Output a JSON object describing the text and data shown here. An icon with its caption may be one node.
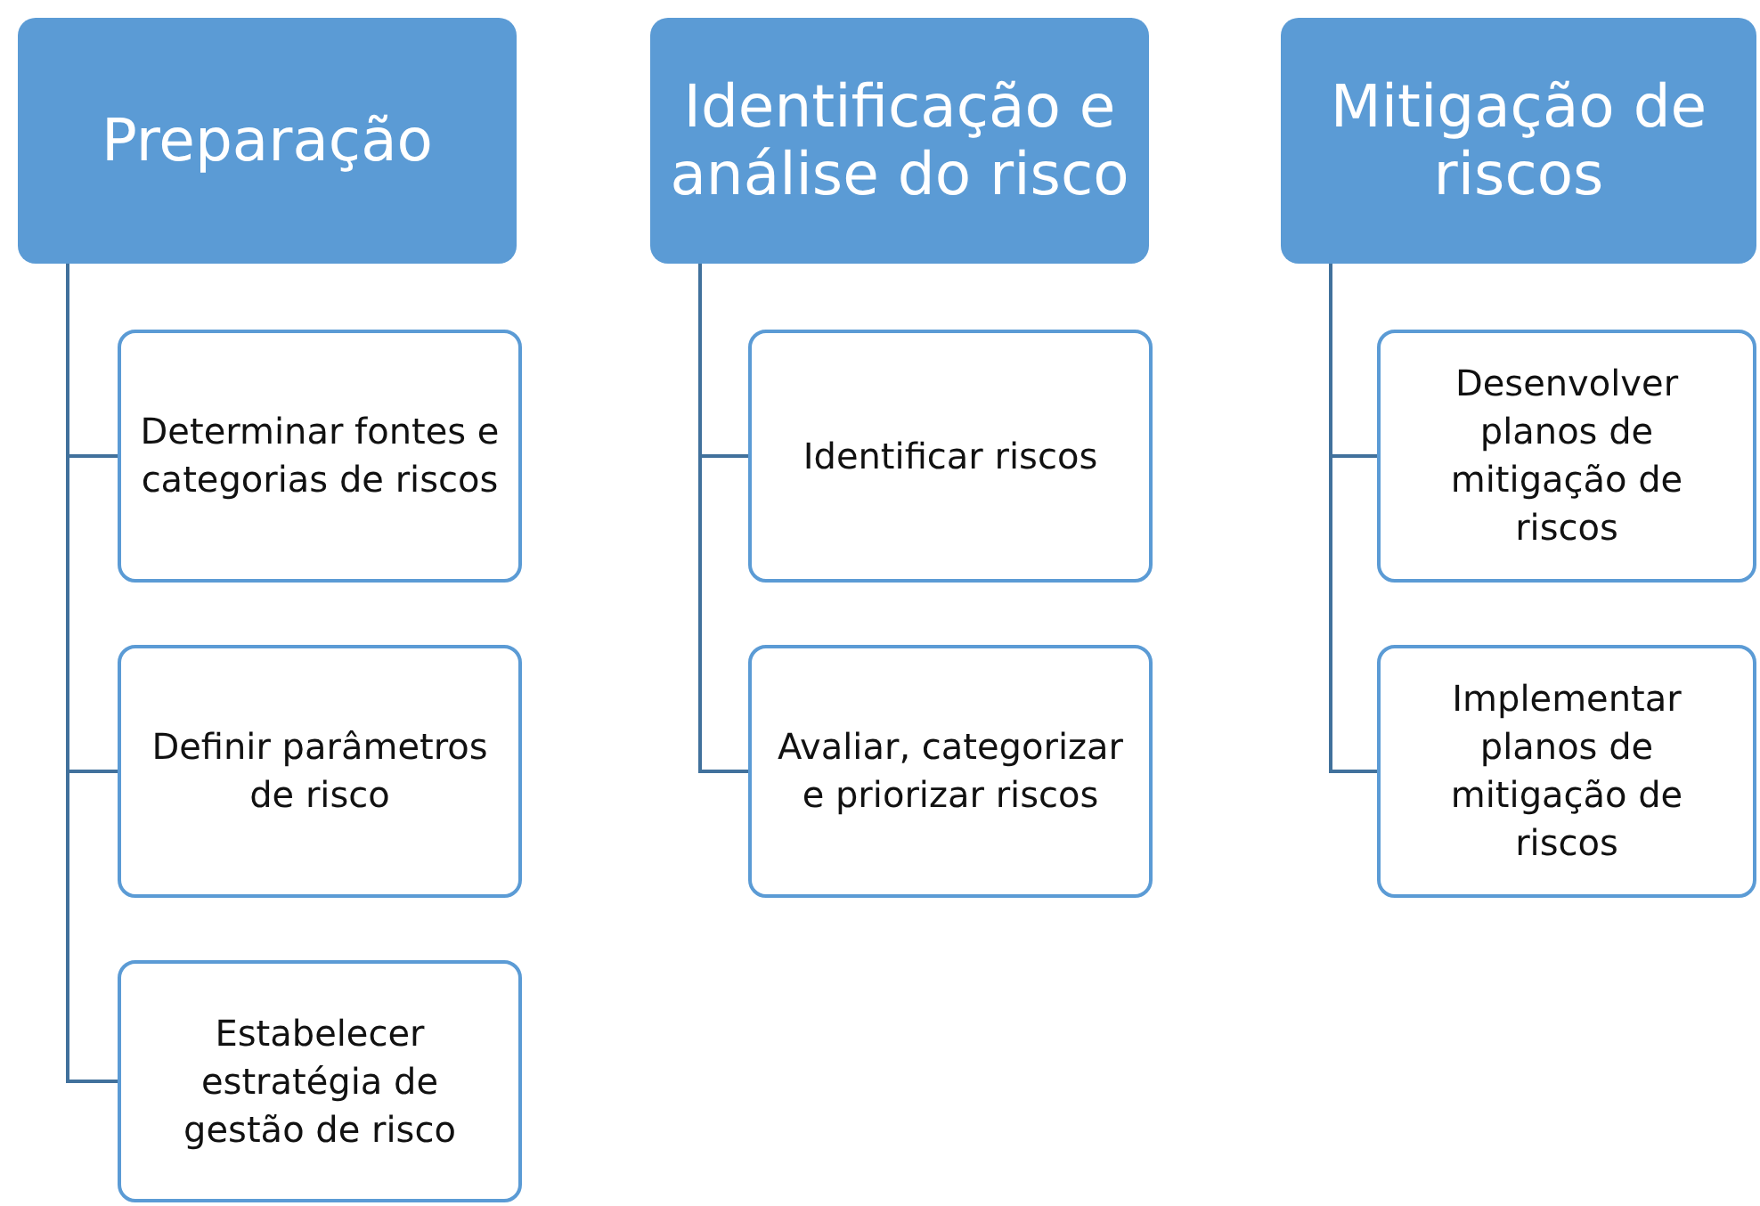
{
  "diagram": {
    "nodes": [
      {
        "text": [
          "Preparação"
        ]
      },
      {
        "text": [
          "Determinar fontes e categorias de riscos"
        ]
      },
      {
        "text": [
          "Definir parâmetros de risco"
        ]
      },
      {
        "text": [
          "Estabelecer estratégia de gestão de risco"
        ]
      },
      {
        "text": [
          "Identificação e análise do risco"
        ]
      },
      {
        "text": [
          "Identificar riscos"
        ]
      },
      {
        "text": [
          "Avaliar, categorizar e priorizar riscos"
        ]
      },
      {
        "text": [
          "Mitigação de riscos"
        ]
      },
      {
        "text": [
          "Desenvolver planos de mitigação de riscos"
        ]
      },
      {
        "text": [
          "Implementar planos de mitigação de riscos"
        ]
      }
    ],
    "edges": [
      {
        "from": 0,
        "to": 1,
        "arrow": "none"
      },
      {
        "from": 0,
        "to": 2,
        "arrow": "none"
      },
      {
        "from": 0,
        "to": 3,
        "arrow": "none"
      },
      {
        "from": 4,
        "to": 5,
        "arrow": "none"
      },
      {
        "from": 4,
        "to": 6,
        "arrow": "none"
      },
      {
        "from": 7,
        "to": 8,
        "arrow": "none"
      },
      {
        "from": 7,
        "to": 9,
        "arrow": "none"
      }
    ]
  }
}
